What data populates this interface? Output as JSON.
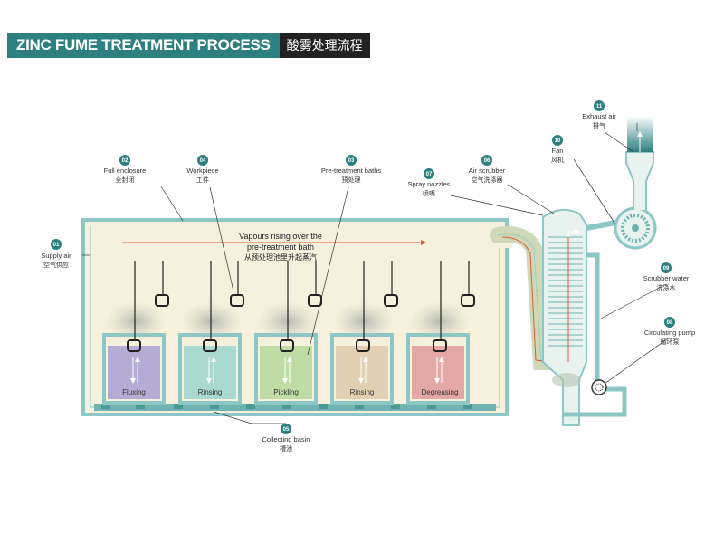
{
  "title": {
    "en": "ZINC FUME TREATMENT PROCESS",
    "cn": "酸雾处理流程"
  },
  "colors": {
    "teal": "#2d7f80",
    "frame": "#8cc7c5",
    "enclosure": "#f6f1dc",
    "arrow": "#e05a3a"
  },
  "vapours": {
    "line1": "Vapours rising over the",
    "line2": "pre-treatment bath",
    "cn": "从预处理池里升起蒸汽"
  },
  "callouts": [
    {
      "num": "01",
      "en": "Supply air",
      "cn": "空气供应"
    },
    {
      "num": "02",
      "en": "Full enclosure",
      "cn": "全封闭"
    },
    {
      "num": "03",
      "en": "Pre-treatment baths",
      "cn": "预处理"
    },
    {
      "num": "04",
      "en": "Workpiece",
      "cn": "工件"
    },
    {
      "num": "05",
      "en": "Collecting basin",
      "cn": "槽池"
    },
    {
      "num": "06",
      "en": "Air scrubber",
      "cn": "空气洗涤器"
    },
    {
      "num": "07",
      "en": "Spray nozzles",
      "cn": "喷嘴"
    },
    {
      "num": "08",
      "en": "Circulating pump",
      "cn": "循环泵"
    },
    {
      "num": "09",
      "en": "Scrubber water",
      "cn": "洗涤水"
    },
    {
      "num": "10",
      "en": "Fan",
      "cn": "风机"
    },
    {
      "num": "11",
      "en": "Exhaust air",
      "cn": "排气"
    }
  ],
  "tanks": [
    {
      "label": "Fluxing",
      "color": "#b5acd6"
    },
    {
      "label": "Rinsing",
      "color": "#a9d9d0"
    },
    {
      "label": "Pickling",
      "color": "#bfdca5"
    },
    {
      "label": "Rinsing",
      "color": "#e3cfb1"
    },
    {
      "label": "Degreasing",
      "color": "#e4a9a5"
    }
  ]
}
